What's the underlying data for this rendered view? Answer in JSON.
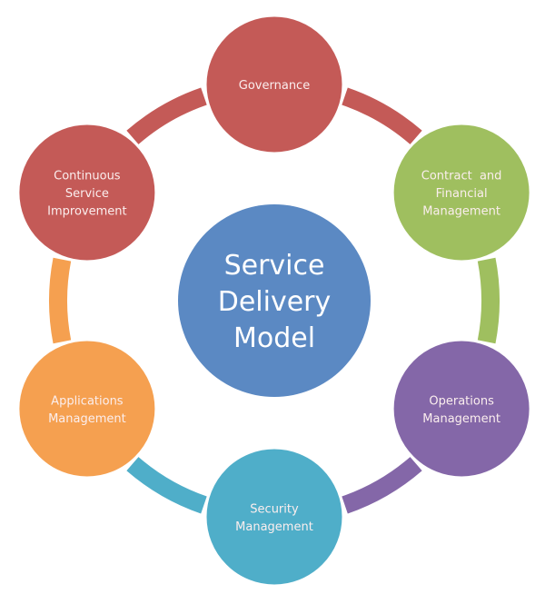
{
  "hub": {
    "lines": [
      "Service",
      "Delivery",
      "Model"
    ],
    "color": "#5b89c3"
  },
  "nodes": [
    {
      "id": "governance",
      "lines": [
        "Governance"
      ],
      "color": "#c45a57"
    },
    {
      "id": "contract-financial",
      "lines": [
        "Contract  and",
        "Financial",
        "Management"
      ],
      "color": "#9fbf5f"
    },
    {
      "id": "operations",
      "lines": [
        "Operations",
        "Management"
      ],
      "color": "#8467a8"
    },
    {
      "id": "security",
      "lines": [
        "Security",
        "Management"
      ],
      "color": "#4faec9"
    },
    {
      "id": "applications",
      "lines": [
        "Applications",
        "Management"
      ],
      "color": "#f5a050"
    },
    {
      "id": "continuous-improvement",
      "lines": [
        "Continuous",
        "Service",
        "Improvement"
      ],
      "color": "#c45a57"
    }
  ],
  "connectors": [
    {
      "from": "governance",
      "to": "contract-financial",
      "color": "#c45a57"
    },
    {
      "from": "contract-financial",
      "to": "operations",
      "color": "#9fbf5f"
    },
    {
      "from": "operations",
      "to": "security",
      "color": "#8467a8"
    },
    {
      "from": "security",
      "to": "applications",
      "color": "#4faec9"
    },
    {
      "from": "applications",
      "to": "continuous-improvement",
      "color": "#f5a050"
    },
    {
      "from": "continuous-improvement",
      "to": "governance",
      "color": "#c45a57"
    }
  ]
}
